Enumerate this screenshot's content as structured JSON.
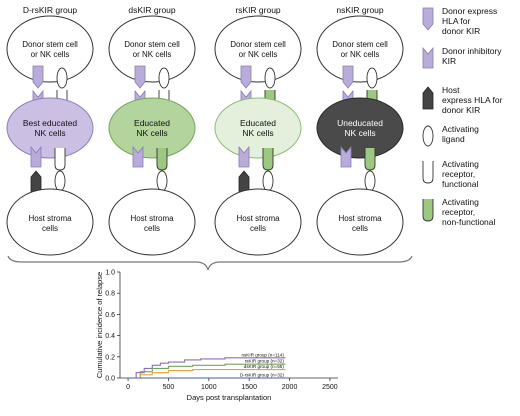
{
  "groups": [
    {
      "title": "D-rsKIR group",
      "donor": [
        "Donor stem cell",
        "or NK cells"
      ],
      "nk": [
        "Best educated",
        "NK cells"
      ],
      "host": [
        "Host stroma",
        "cells"
      ],
      "nk_fill": "#cbc0e3",
      "nk_stroke": "#8e7dbd"
    },
    {
      "title": "dsKIR group",
      "donor": [
        "Donor stem cell",
        "or NK cells"
      ],
      "nk": [
        "Educated",
        "NK cells"
      ],
      "host": [
        "Host stroma",
        "cells"
      ],
      "nk_fill": "#b3d49c",
      "nk_stroke": "#6fa65a"
    },
    {
      "title": "rsKIR group",
      "donor": [
        "Donor stem cell",
        "or NK cells"
      ],
      "nk": [
        "Educated",
        "NK cells"
      ],
      "host": [
        "Host stroma",
        "cells"
      ],
      "nk_fill": "#e4efdc",
      "nk_stroke": "#8dbc75"
    },
    {
      "title": "nsKIR group",
      "donor": [
        "Donor stem cell",
        "or NK cells"
      ],
      "nk": [
        "Uneducated",
        "NK cells"
      ],
      "host": [
        "Host stroma",
        "cells"
      ],
      "nk_fill": "#4a4a4a",
      "nk_stroke": "#2a2a2a"
    }
  ],
  "legend": [
    {
      "icon": "donor-hla-icon",
      "lines": [
        "Donor express",
        "HLA for",
        "donor KIR"
      ]
    },
    {
      "icon": "donor-kir-icon",
      "lines": [
        "Donor inhibitory",
        "KIR"
      ]
    },
    {
      "icon": "host-hla-icon",
      "lines": [
        "Host",
        "express HLA for",
        "donor KIR"
      ]
    },
    {
      "icon": "activating-ligand-icon",
      "lines": [
        "Activating",
        "ligand"
      ]
    },
    {
      "icon": "activating-receptor-functional-icon",
      "lines": [
        "Activating",
        "receptor,",
        "functional"
      ]
    },
    {
      "icon": "activating-receptor-nonfunctional-icon",
      "lines": [
        "Activating",
        "receptor,",
        "non-functional"
      ]
    }
  ],
  "colors": {
    "purple": "#b9acd9",
    "purple_stroke": "#8a7bb8",
    "green": "#9cc97f",
    "green_stroke": "#6fa65a",
    "dark": "#444444"
  },
  "chart_data": {
    "type": "line",
    "xlabel": "Days post transplantation",
    "ylabel": "Cumulative incidence of relapse",
    "xlim": [
      -100,
      2600
    ],
    "ylim": [
      0,
      1.0
    ],
    "xticks": [
      "0",
      "500",
      "1000",
      "1500",
      "2000",
      "2500"
    ],
    "yticks": [
      "0.0",
      "0.2",
      "0.4",
      "0.6",
      "0.8",
      "1.0"
    ],
    "series": [
      {
        "name": "nsKIR group (n=114)",
        "color": "#8a6fb8",
        "x": [
          0,
          100,
          200,
          300,
          400,
          500,
          700,
          900,
          1200,
          1500,
          1800,
          1950
        ],
        "y": [
          0,
          0.05,
          0.09,
          0.12,
          0.14,
          0.15,
          0.17,
          0.18,
          0.19,
          0.19,
          0.19,
          0.19
        ]
      },
      {
        "name": "rsKIR group (n=32)",
        "color": "#6fa65a",
        "x": [
          0,
          150,
          300,
          500,
          800,
          1200,
          1950
        ],
        "y": [
          0,
          0.06,
          0.09,
          0.11,
          0.12,
          0.13,
          0.13
        ]
      },
      {
        "name": "dsKIR group (n=55)",
        "color": "#e3a33a",
        "x": [
          0,
          150,
          300,
          500,
          800,
          1200,
          1950
        ],
        "y": [
          0,
          0.03,
          0.05,
          0.07,
          0.08,
          0.08,
          0.08
        ]
      },
      {
        "name": "D-rsKIR group (n=32)",
        "color": "#4a5aa8",
        "x": [
          0,
          200,
          500,
          1000,
          1950
        ],
        "y": [
          0,
          0.0,
          0.0,
          0.0,
          0.0
        ]
      }
    ]
  }
}
